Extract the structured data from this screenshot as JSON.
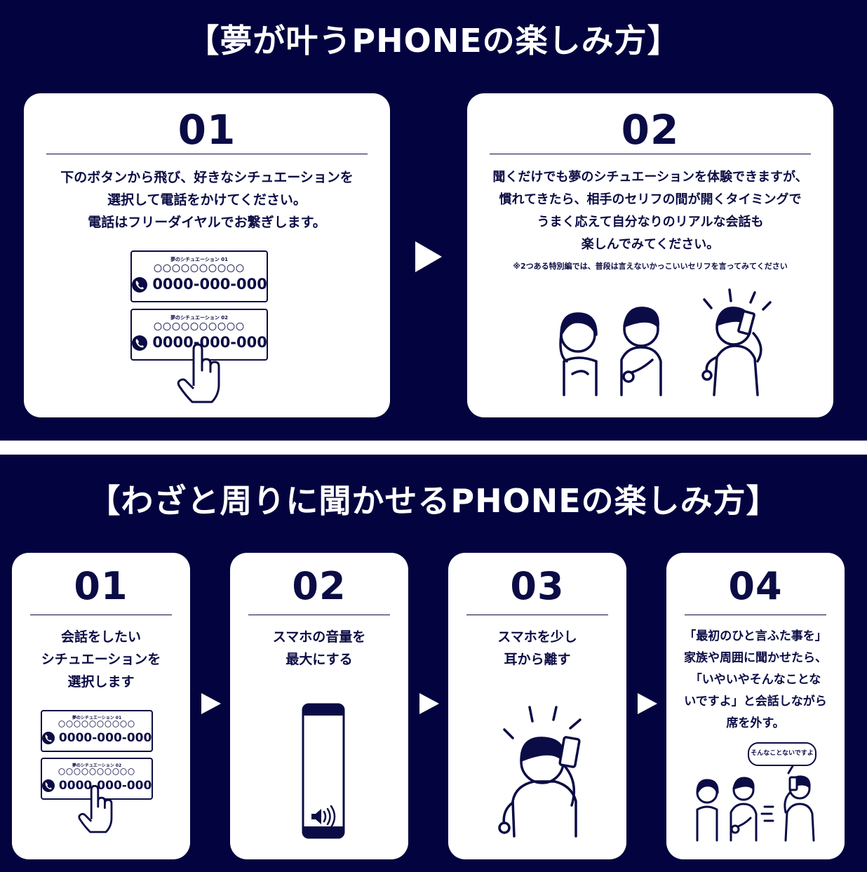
{
  "colors": {
    "navy": "#03043f",
    "ink": "#0b0c45",
    "white": "#ffffff"
  },
  "section1": {
    "title": "【夢が叶うPHONEの楽しみ方】",
    "step1": {
      "number": "01",
      "lines": [
        "下のボタンから飛び、好きなシチュエーションを",
        "選択して電話をかけてください。",
        "電話はフリーダイヤルでお繋ぎします。"
      ],
      "boxes": [
        {
          "title": "夢のシチュエーション 01",
          "circles": "〇〇〇〇〇〇〇〇〇〇",
          "tel": "0000-000-000"
        },
        {
          "title": "夢のシチュエーション 02",
          "circles": "〇〇〇〇〇〇〇〇〇〇",
          "tel": "0000-000-000"
        }
      ],
      "icons": [
        "phone-icon",
        "pointing-hand-icon"
      ]
    },
    "step2": {
      "number": "02",
      "lines": [
        "聞くだけでも夢のシチュエーションを体験できますが、",
        "慣れてきたら、相手のセリフの間が開くタイミングで",
        "うまく応えて自分なりのリアルな会話も",
        "楽しんでみてください。"
      ],
      "note": "※2つある特別編では、普段は言えないかっこいいセリフを言ってみてください",
      "icons": [
        "people-illustration-icon"
      ]
    }
  },
  "section2": {
    "title": "【わざと周りに聞かせるPHONEの楽しみ方】",
    "steps": [
      {
        "number": "01",
        "lines": [
          "会話をしたい",
          "シチュエーションを",
          "選択します"
        ]
      },
      {
        "number": "02",
        "lines": [
          "スマホの音量を",
          "最大にする"
        ]
      },
      {
        "number": "03",
        "lines": [
          "スマホを少し",
          "耳から離す"
        ]
      },
      {
        "number": "04",
        "lines": [
          "「最初のひと言ふた事を」",
          "家族や周囲に聞かせたら、",
          "「いやいやそんなことな",
          "いですよ」と会話しながら",
          "席を外す。"
        ],
        "bubble": "そんなことないですよ"
      }
    ],
    "boxes": [
      {
        "title": "夢のシチュエーション 01",
        "circles": "〇〇〇〇〇〇〇〇〇〇",
        "tel": "0000-000-000"
      },
      {
        "title": "夢のシチュエーション 02",
        "circles": "〇〇〇〇〇〇〇〇〇〇",
        "tel": "0000-000-000"
      }
    ],
    "icons": [
      "smartphone-icon",
      "speaker-volume-icon",
      "person-phone-icon"
    ]
  }
}
